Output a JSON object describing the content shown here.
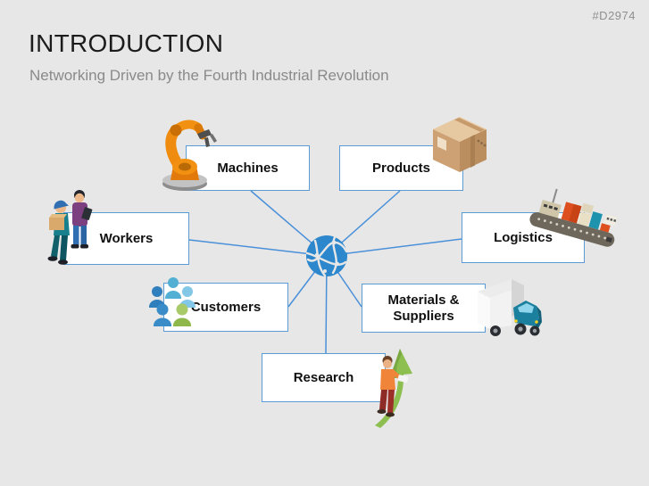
{
  "slide": {
    "code": "#D2974",
    "title": "INTRODUCTION",
    "subtitle": "Networking Driven by the Fourth Industrial Revolution"
  },
  "diagram": {
    "center": {
      "icon": "network-globe",
      "color": "#2d87cc"
    },
    "connector_color": "#4a90d9",
    "style": {
      "background": "#e7e7e7",
      "box_fill": "#ffffff",
      "box_border": "#5b9bd5",
      "label_color": "#111111"
    },
    "nodes": [
      {
        "label": "Machines",
        "icon": "robot-arm-icon"
      },
      {
        "label": "Products",
        "icon": "cardboard-box-icon"
      },
      {
        "label": "Workers",
        "icon": "warehouse-workers-icon"
      },
      {
        "label": "Logistics",
        "icon": "cargo-ship-icon"
      },
      {
        "label": "Customers",
        "icon": "customer-group-icon"
      },
      {
        "label": "Materials & Suppliers",
        "icon": "delivery-truck-icon"
      },
      {
        "label": "Research",
        "icon": "researcher-growth-arrow-icon"
      }
    ]
  }
}
